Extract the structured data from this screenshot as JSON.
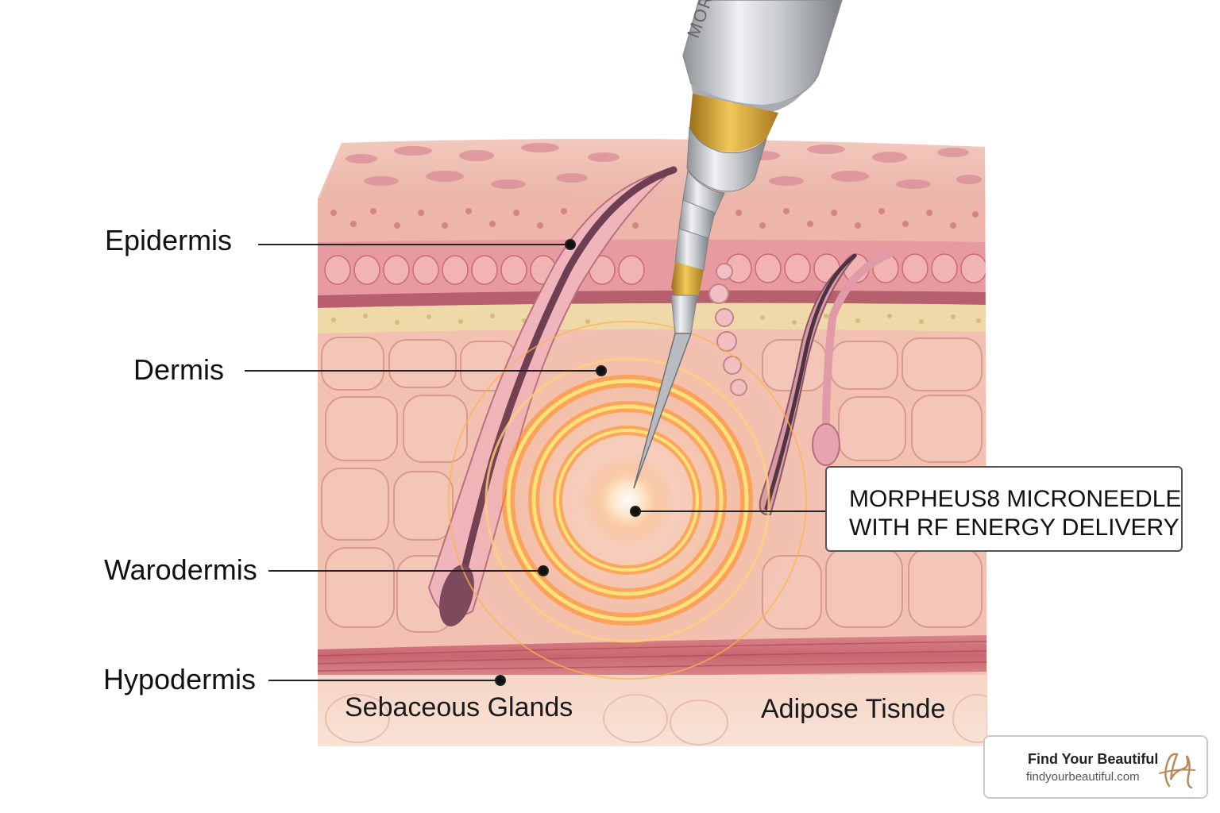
{
  "labels": {
    "epidermis": "Epidermis",
    "dermis": "Dermis",
    "warodermis": "Warodermis",
    "hypodermis": "Hypodermis",
    "sebaceous": "Sebaceous Glands",
    "adipose": "Adipose Tisnde"
  },
  "device": {
    "engraving": "MOR"
  },
  "callout": {
    "line1": "MORPHEUS8 MICRONEEDLE",
    "line2": "WITH RF ENERGY DELIVERY"
  },
  "brand": {
    "title": "Find Your Beautiful",
    "url": "findyourbeautiful.com",
    "logo_letter": "H"
  },
  "colors": {
    "skin": "#f3c2b3",
    "dermal_band": "#e9a8a2",
    "fat_band": "#efd9a8",
    "rf_glow": "#ff8a1c",
    "gold": "#d9a53a"
  }
}
